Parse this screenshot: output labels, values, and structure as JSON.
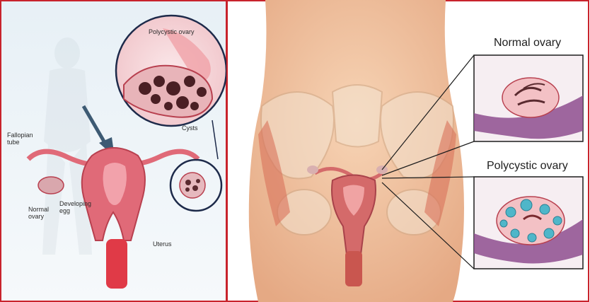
{
  "left_panel": {
    "labels": {
      "polycystic_ovary": "Polycystic ovary",
      "cysts": "Cysts",
      "fallopian_tube_1": "Fallopian",
      "fallopian_tube_2": "tube",
      "normal_ovary_1": "Normal",
      "normal_ovary_2": "ovary",
      "developing_egg_1": "Developing",
      "developing_egg_2": "egg",
      "uterus": "Uterus"
    }
  },
  "right_panel": {
    "labels": {
      "normal_ovary": "Normal ovary",
      "polycystic_ovary": "Polycystic ovary"
    }
  },
  "colors": {
    "frame_red": "#c8232c",
    "skin": "#f3c9a6",
    "uterus_pink": "#e06a78",
    "ovary_purple": "#8e4d8f",
    "cyst_teal": "#4fb6c9"
  }
}
